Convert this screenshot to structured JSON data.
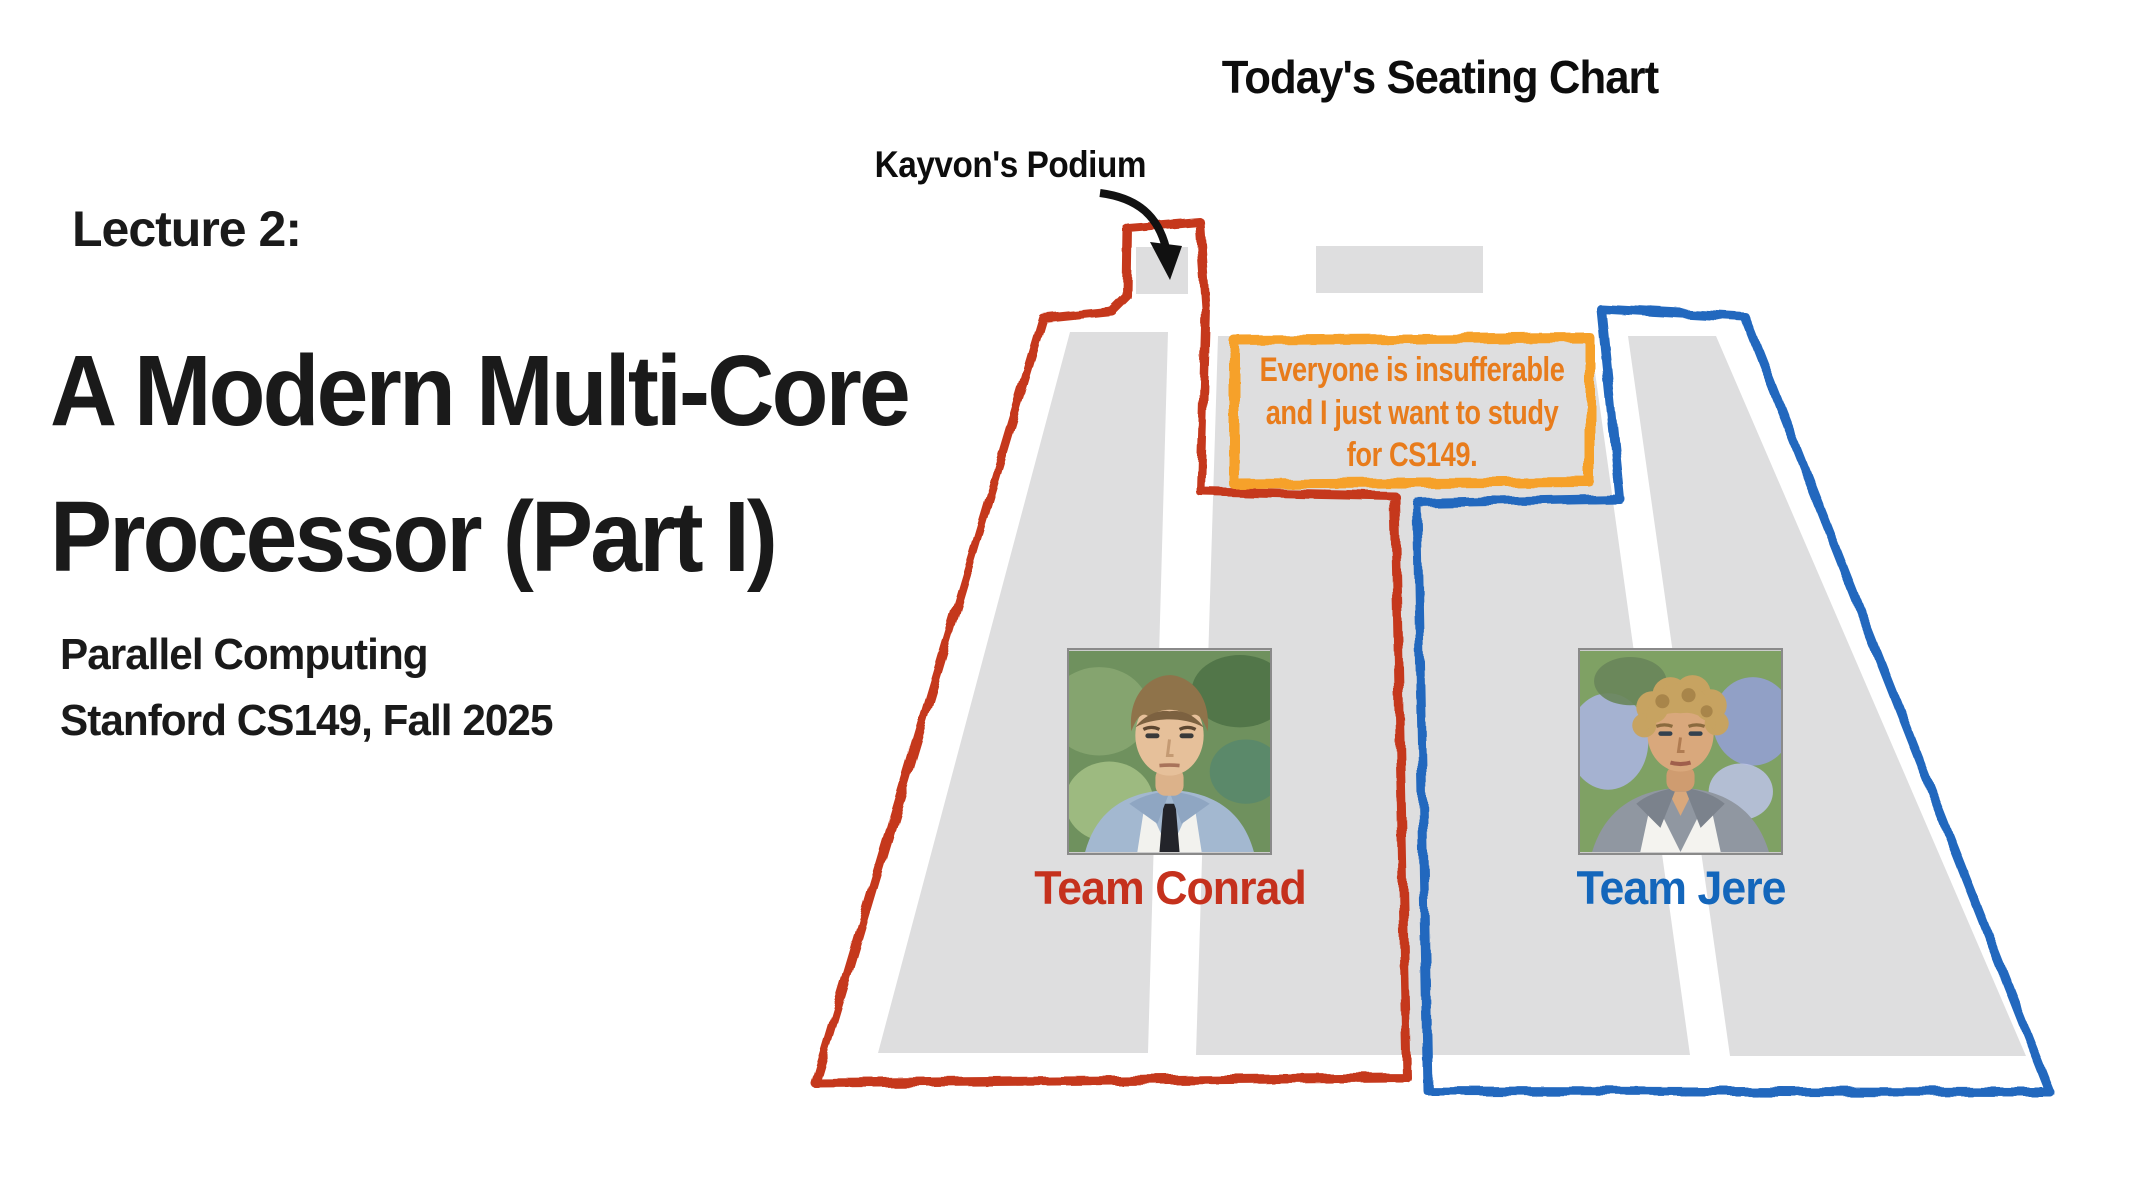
{
  "slide": {
    "lecture_label": "Lecture 2:",
    "title_line1": "A Modern Multi-Core",
    "title_line2": "Processor (Part I)",
    "subtitle_line1": "Parallel Computing",
    "subtitle_line2": "Stanford CS149, Fall 2025"
  },
  "seating": {
    "title": "Today's Seating Chart",
    "podium_label": "Kayvon's Podium",
    "message": {
      "lines": [
        "Everyone is insufferable",
        "and I just want to study",
        "for CS149."
      ],
      "border_color": "#f6a12c",
      "text_color": "#e87c1c"
    },
    "teams": [
      {
        "name": "Team Conrad",
        "color": "#c5311d",
        "photo_alt": "photo of young man with mop-top hair in light blue suit and dark tie"
      },
      {
        "name": "Team Jere",
        "color": "#1366bb",
        "photo_alt": "photo of young man with curly blond hair in gray blazer"
      }
    ],
    "colors": {
      "red_zone": "#c5391f",
      "blue_zone": "#2268be",
      "bank_gray": "#dededf",
      "arrow": "#111111"
    }
  }
}
